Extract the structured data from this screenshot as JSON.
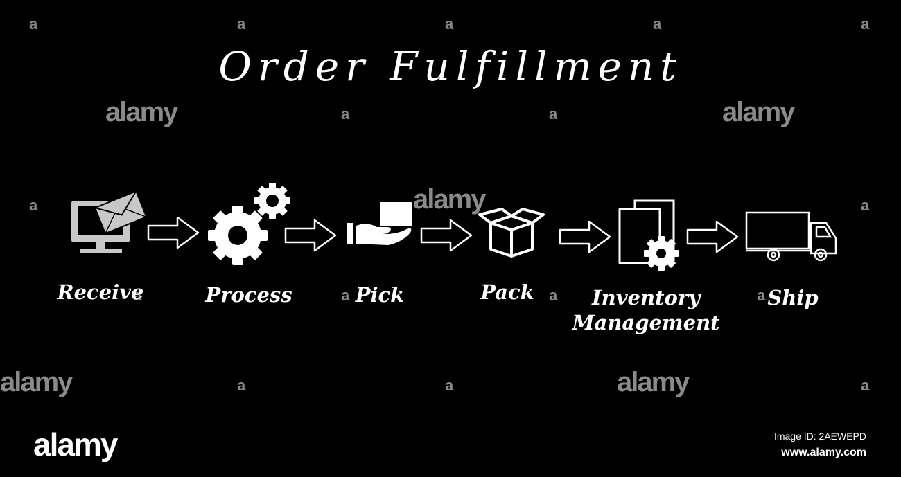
{
  "title": "Order Fulfillment",
  "steps": [
    {
      "label": "Receive",
      "icon": "computer-envelope-icon"
    },
    {
      "label": "Process",
      "icon": "gears-icon"
    },
    {
      "label": "Pick",
      "icon": "hand-box-icon"
    },
    {
      "label": "Pack",
      "icon": "open-box-icon"
    },
    {
      "label_line1": "Inventory",
      "label_line2": "Management",
      "icon": "documents-gear-icon"
    },
    {
      "label": "Ship",
      "icon": "truck-icon"
    }
  ],
  "watermark": {
    "text": "alamy",
    "small": "a"
  },
  "footer": {
    "brand": "alamy",
    "image_id": "Image ID: 2AEWEPD",
    "url": "www.alamy.com"
  },
  "colors": {
    "background": "#000000",
    "foreground": "#ffffff",
    "watermark": "#8a8a8a",
    "icon_gray": "#c8c8c8"
  }
}
